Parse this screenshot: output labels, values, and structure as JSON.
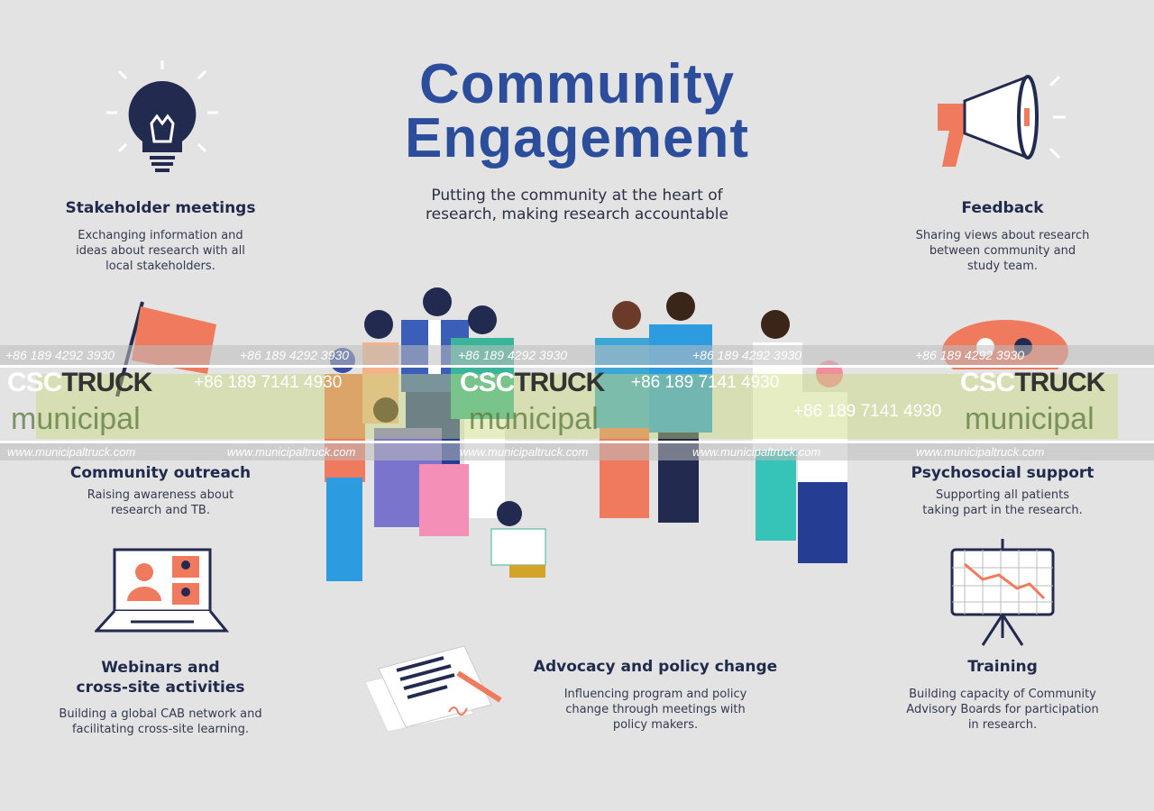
{
  "title": {
    "line1": "Community",
    "line2": "Engagement"
  },
  "subtitle": {
    "line1": "Putting the community at the heart of",
    "line2": "research, making research accountable"
  },
  "sections": [
    {
      "id": "stakeholder",
      "icon": "lightbulb-icon",
      "heading": "Stakeholder meetings",
      "desc": [
        "Exchanging information and",
        "ideas about research with all",
        "local stakeholders."
      ]
    },
    {
      "id": "feedback",
      "icon": "megaphone-icon",
      "heading": "Feedback",
      "desc": [
        "Sharing views about research",
        "between community and",
        "study team."
      ]
    },
    {
      "id": "outreach",
      "icon": "flag-icon",
      "heading": "Community outreach",
      "desc": [
        "Raising awareness about",
        "research and TB."
      ]
    },
    {
      "id": "psychosocial",
      "icon": "speech-bubble-icon",
      "heading": "Psychosocial support",
      "desc": [
        "Supporting all patients",
        "taking part in the research."
      ]
    },
    {
      "id": "webinars",
      "icon": "laptop-video-call-icon",
      "heading": [
        "Webinars and",
        "cross-site activities"
      ],
      "desc": [
        "Building a global CAB network and",
        "facilitating cross-site learning."
      ]
    },
    {
      "id": "advocacy",
      "icon": "document-signature-icon",
      "heading": "Advocacy and policy change",
      "desc": [
        "Influencing program and policy",
        "change through meetings with",
        "policy makers."
      ]
    },
    {
      "id": "training",
      "icon": "chart-easel-icon",
      "heading": "Training",
      "desc": [
        "Building capacity of Community",
        "Advisory Boards for participation",
        "in research."
      ]
    }
  ],
  "watermark": {
    "phone1": "+86 189 4292 3930",
    "phone2": "+86 189 7141 4930",
    "brand_a": "CSC",
    "brand_b": "TRUCK",
    "muni": "municipal",
    "www": "www.municipaltruck.com"
  },
  "colors": {
    "title": "#2b4d9c",
    "heading": "#1f2a4d",
    "coral": "#ef7a5d",
    "navy": "#232a4f",
    "background": "#e3e3e3"
  }
}
